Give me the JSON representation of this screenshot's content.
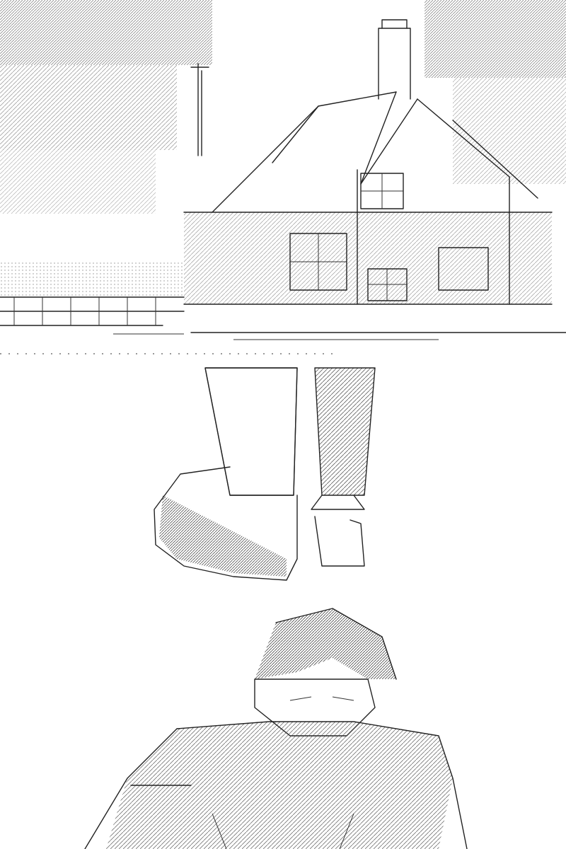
{
  "artwork": {
    "style": "ascii-art",
    "scenes": [
      {
        "name": "house-scene"
      },
      {
        "name": "boots-scene"
      },
      {
        "name": "figure-scene"
      }
    ]
  },
  "colors": {
    "ink": "#222222",
    "background": "#ffffff"
  }
}
